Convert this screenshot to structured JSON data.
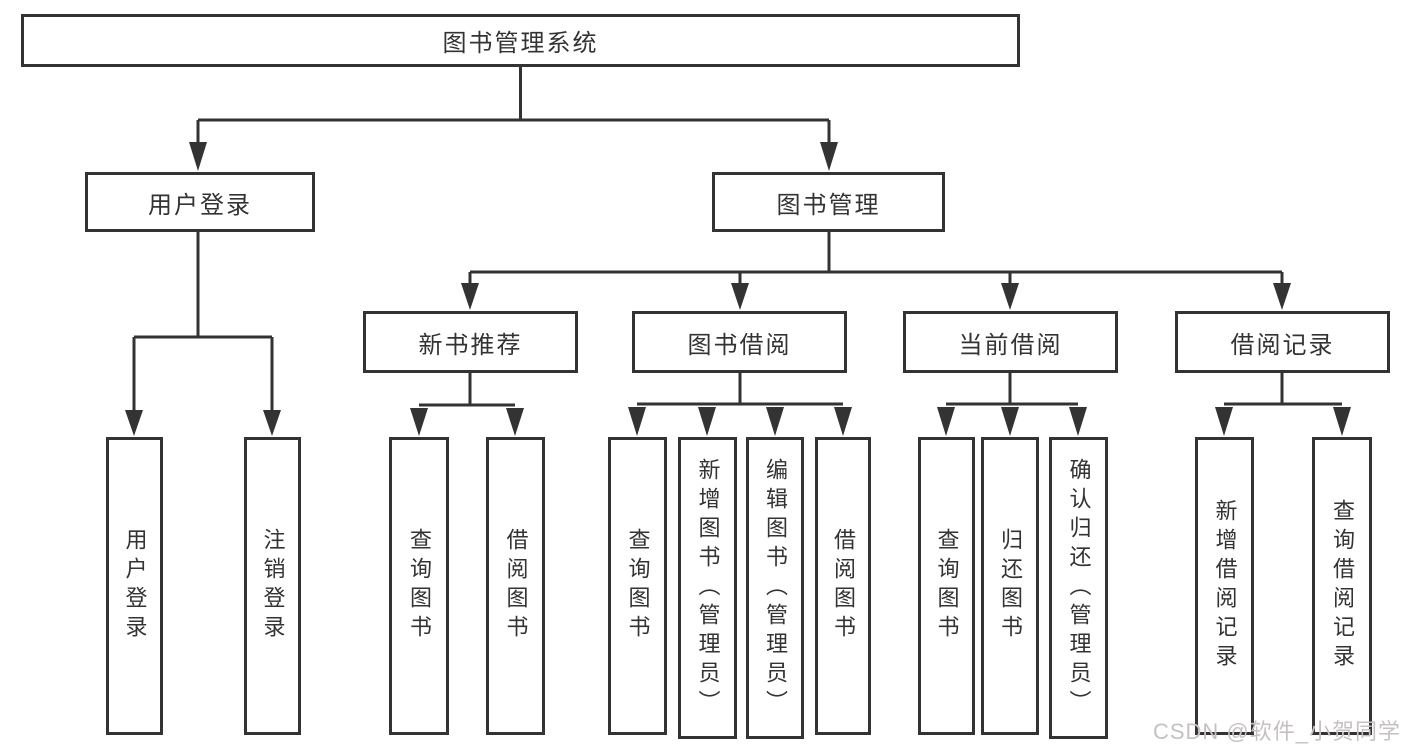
{
  "diagram_type": "functional-structure-tree",
  "nodes": {
    "root": "图书管理系统",
    "login": "用户登录",
    "manage": "图书管理",
    "login_leaves": [
      "用户登录",
      "注销登录"
    ],
    "groups": [
      {
        "label": "新书推荐",
        "leaves": [
          "查询图书",
          "借阅图书"
        ]
      },
      {
        "label": "图书借阅",
        "leaves": [
          "查询图书",
          "新增图书（管理员）",
          "编辑图书（管理员）",
          "借阅图书"
        ]
      },
      {
        "label": "当前借阅",
        "leaves": [
          "查询图书",
          "归还图书",
          "确认归还（管理员）"
        ]
      },
      {
        "label": "借阅记录",
        "leaves": [
          "新增借阅记录",
          "查询借阅记录"
        ]
      }
    ]
  },
  "watermark": "CSDN @软件_小贺同学",
  "colors": {
    "line": "#333333",
    "box_border": "#333333",
    "text": "#333333",
    "watermark": "#c6c1c1",
    "background": "#ffffff"
  }
}
